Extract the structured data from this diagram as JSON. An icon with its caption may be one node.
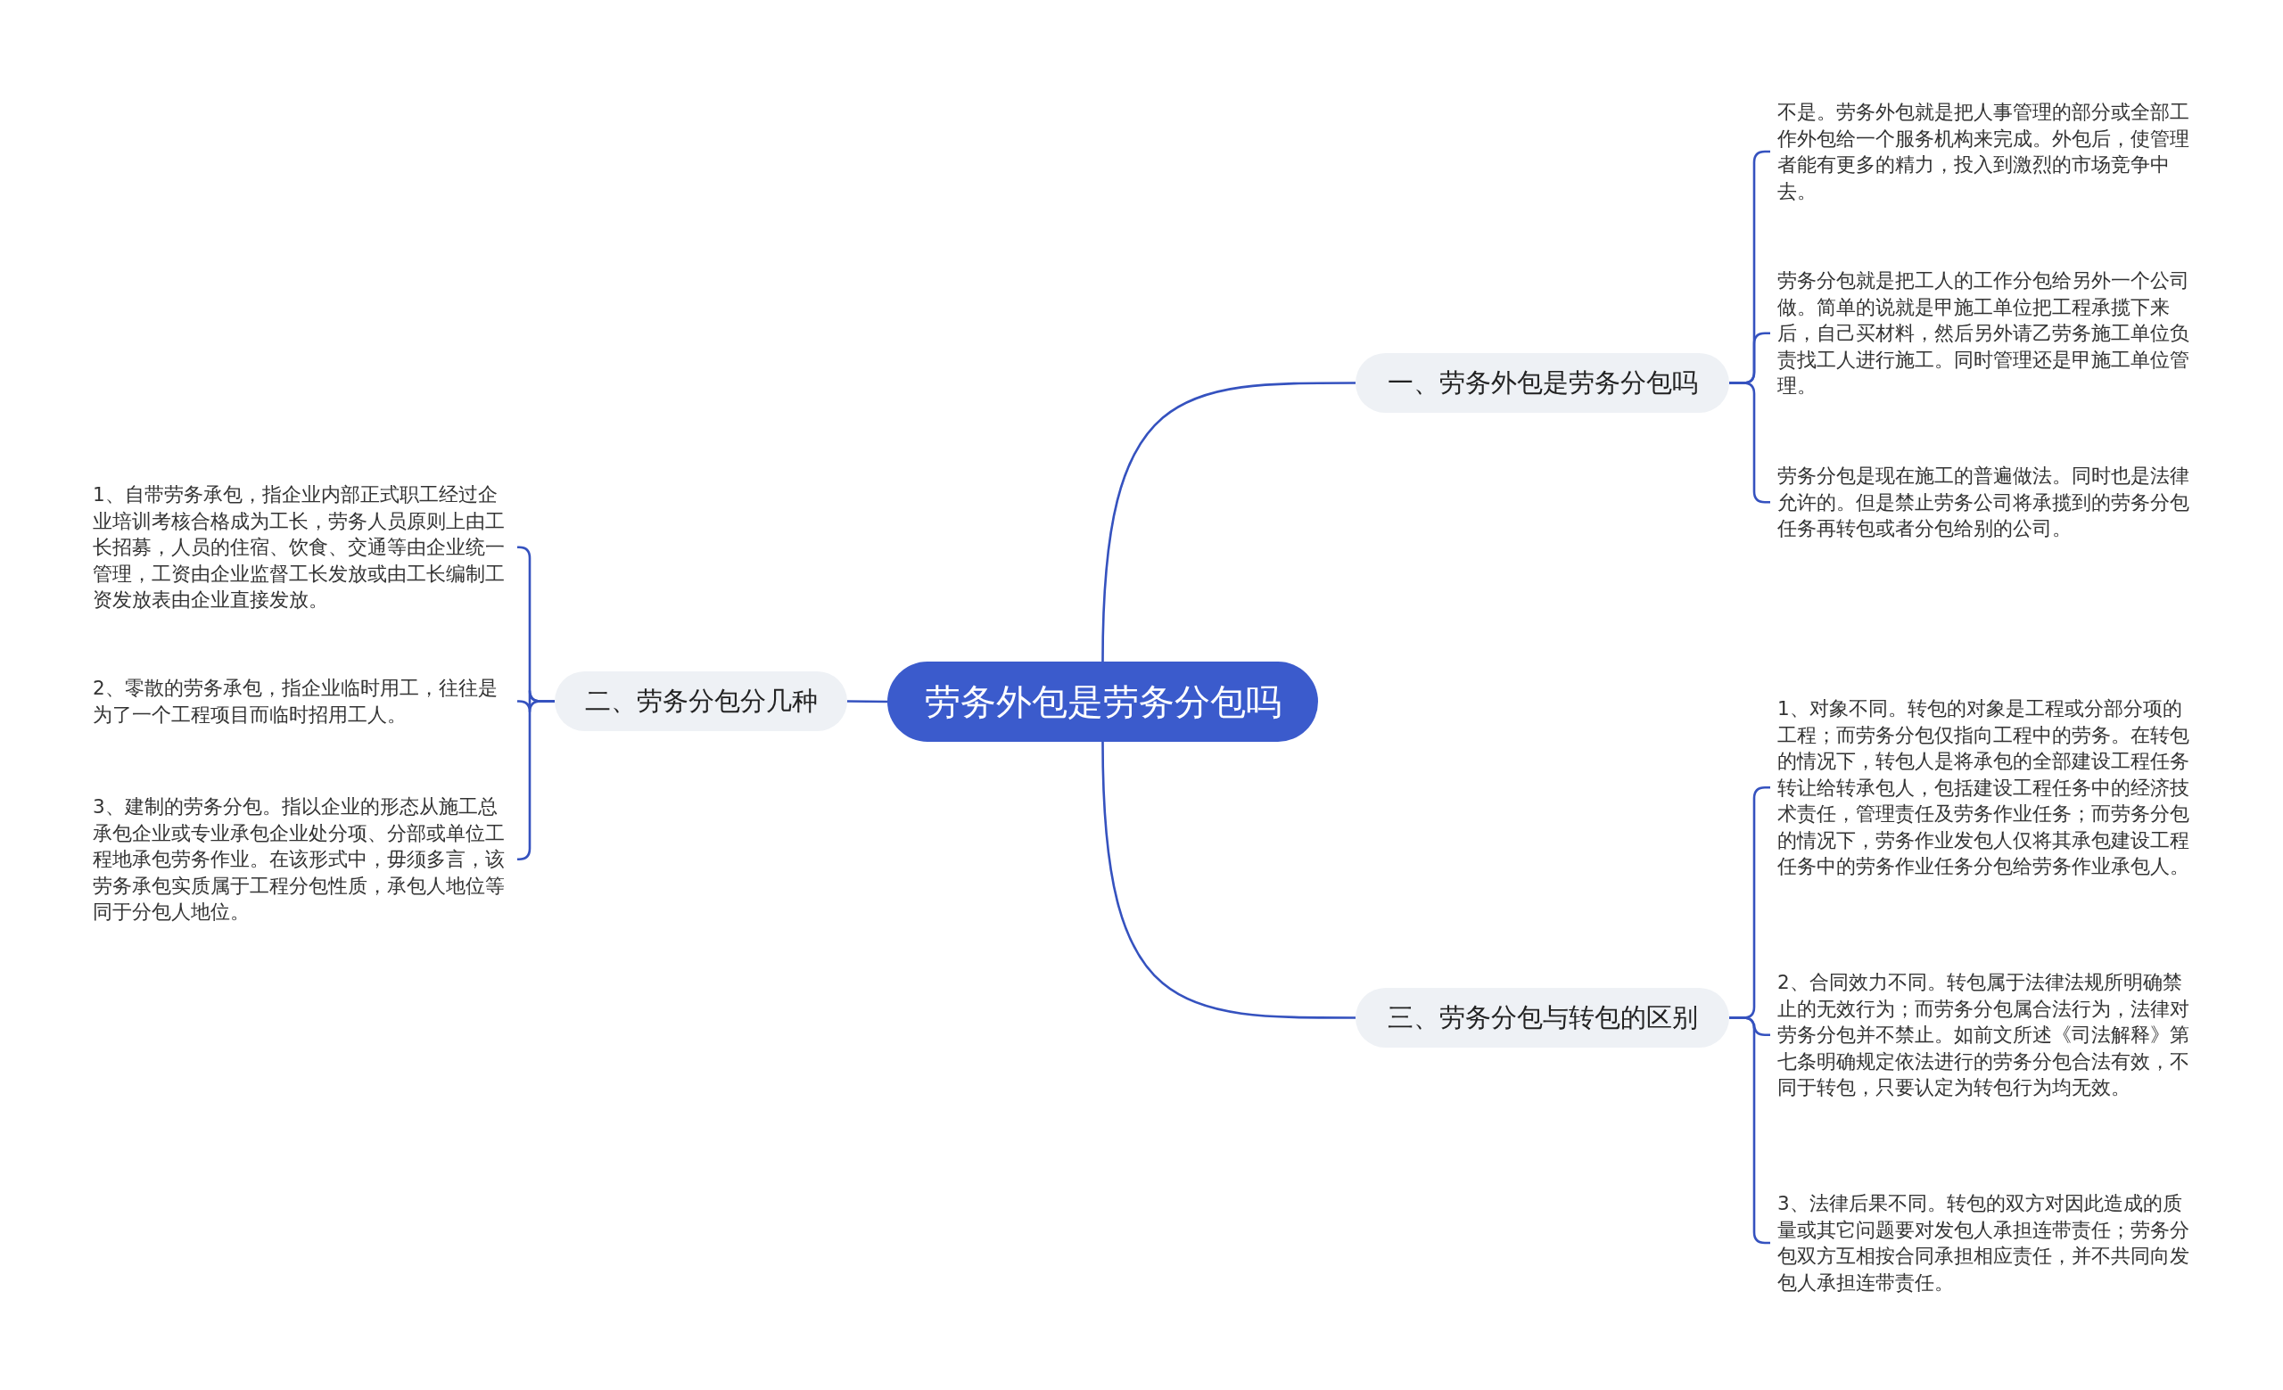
{
  "diagram": {
    "nodes": [
      {
        "text": [
          "劳务外包是劳务分包吗"
        ]
      },
      {
        "text": [
          "一、劳务外包是劳务分包吗"
        ]
      },
      {
        "text": [
          "不是。劳务外包就是把人事管理的部分或全部工作外包给一个服务机构来完成。外包后，使管理者能有更多的精力，投入到激烈的市场竞争中去。"
        ]
      },
      {
        "text": [
          "劳务分包就是把工人的工作分包给另外一个公司做。简单的说就是甲施工单位把工程承揽下来后，自己买材料，然后另外请乙劳务施工单位负责找工人进行施工。同时管理还是甲施工单位管理。"
        ]
      },
      {
        "text": [
          "劳务分包是现在施工的普遍做法。同时也是法律允许的。但是禁止劳务公司将承揽到的劳务分包任务再转包或者分包给别的公司。"
        ]
      },
      {
        "text": [
          "二、劳务分包分几种"
        ]
      },
      {
        "text": [
          "1、自带劳务承包，指企业内部正式职工经过企业培训考核合格成为工长，劳务人员原则上由工长招募，人员的住宿、饮食、交通等由企业统一管理，工资由企业监督工长发放或由工长编制工资发放表由企业直接发放。"
        ]
      },
      {
        "text": [
          "2、零散的劳务承包，指企业临时用工，往往是为了一个工程项目而临时招用工人。"
        ]
      },
      {
        "text": [
          "3、建制的劳务分包。指以企业的形态从施工总承包企业或专业承包企业处分项、分部或单位工程地承包劳务作业。在该形式中，毋须多言，该劳务承包实质属于工程分包性质，承包人地位等同于分包人地位。"
        ]
      },
      {
        "text": [
          "三、劳务分包与转包的区别"
        ]
      },
      {
        "text": [
          "1、对象不同。转包的对象是工程或分部分项的工程；而劳务分包仅指向工程中的劳务。在转包的情况下，转包人是将承包的全部建设工程任务转让给转承包人，包括建设工程任务中的经济技术责任，管理责任及劳务作业任务；而劳务分包的情况下，劳务作业发包人仅将其承包建设工程任务中的劳务作业任务分包给劳务作业承包人。"
        ]
      },
      {
        "text": [
          "2、合同效力不同。转包属于法律法规所明确禁止的无效行为；而劳务分包属合法行为，法律对劳务分包并不禁止。如前文所述《司法解释》第七条明确规定依法进行的劳务分包合法有效，不同于转包，只要认定为转包行为均无效。"
        ]
      },
      {
        "text": [
          "3、法律后果不同。转包的双方对因此造成的质量或其它问题要对发包人承担连带责任；劳务分包双方互相按合同承担相应责任，并不共同向发包人承担连带责任。"
        ]
      }
    ],
    "edges": [
      {
        "from": 0,
        "to": 1,
        "arrow": "none"
      },
      {
        "from": 1,
        "to": 2,
        "arrow": "none"
      },
      {
        "from": 1,
        "to": 3,
        "arrow": "none"
      },
      {
        "from": 1,
        "to": 4,
        "arrow": "none"
      },
      {
        "from": 0,
        "to": 5,
        "arrow": "none"
      },
      {
        "from": 5,
        "to": 6,
        "arrow": "none"
      },
      {
        "from": 5,
        "to": 7,
        "arrow": "none"
      },
      {
        "from": 5,
        "to": 8,
        "arrow": "none"
      },
      {
        "from": 0,
        "to": 9,
        "arrow": "none"
      },
      {
        "from": 9,
        "to": 10,
        "arrow": "none"
      },
      {
        "from": 9,
        "to": 11,
        "arrow": "none"
      },
      {
        "from": 9,
        "to": 12,
        "arrow": "none"
      }
    ]
  }
}
